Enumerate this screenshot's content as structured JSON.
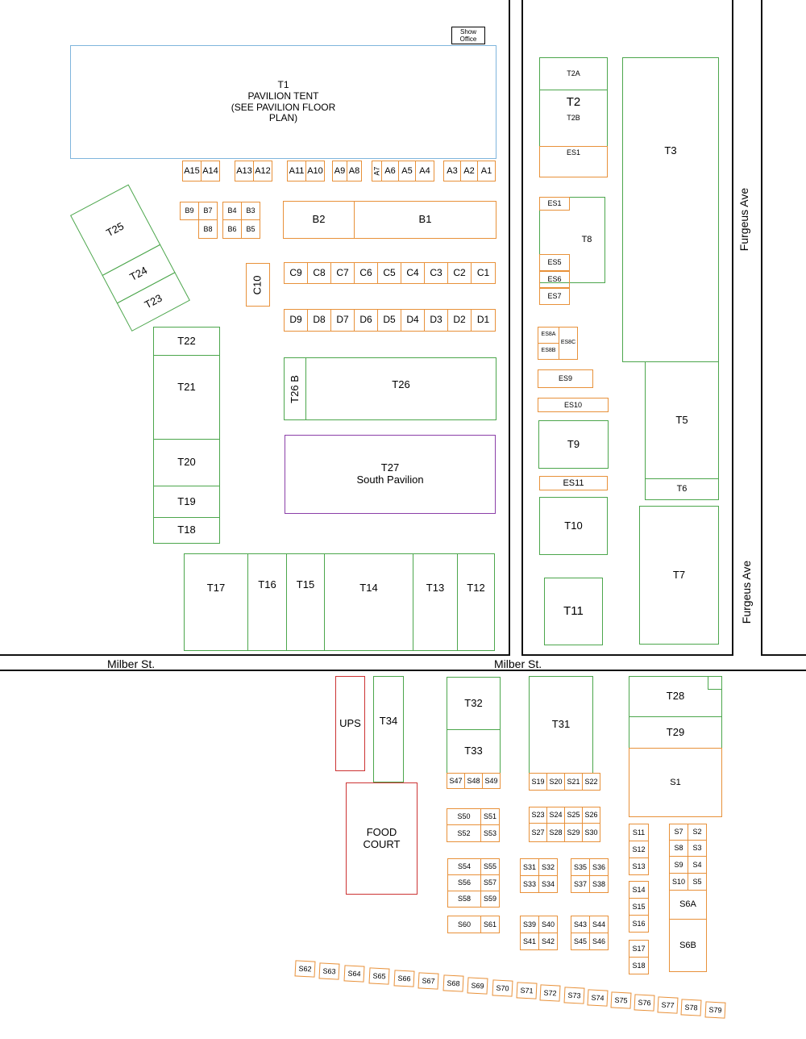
{
  "streets": {
    "milber_left": "Milber St.",
    "milber_right": "Milber St.",
    "furgeus_top": "Furgeus Ave",
    "furgeus_bottom": "Furgeus Ave"
  },
  "show_office": "Show Office",
  "t1": [
    "T1",
    "PAVILION TENT",
    "(SEE PAVILION FLOOR",
    "PLAN)"
  ],
  "t27": [
    "T27",
    "South Pavilion"
  ],
  "food_court": [
    "FOOD",
    "COURT"
  ],
  "labels": {
    "A15": "A15",
    "A14": "A14",
    "A13": "A13",
    "A12": "A12",
    "A11": "A11",
    "A10": "A10",
    "A9": "A9",
    "A8": "A8",
    "A7": "A7",
    "A6": "A6",
    "A5": "A5",
    "A4": "A4",
    "A3": "A3",
    "A2": "A2",
    "A1": "A1",
    "B9": "B9",
    "B7": "B7",
    "B8": "B8",
    "B4": "B4",
    "B3": "B3",
    "B6": "B6",
    "B5": "B5",
    "B2": "B2",
    "B1": "B1",
    "C10": "C10",
    "C9": "C9",
    "C8": "C8",
    "C7": "C7",
    "C6": "C6",
    "C5": "C5",
    "C4": "C4",
    "C3": "C3",
    "C2": "C2",
    "C1": "C1",
    "D9": "D9",
    "D8": "D8",
    "D7": "D7",
    "D6": "D6",
    "D5": "D5",
    "D4": "D4",
    "D3": "D3",
    "D2": "D2",
    "D1": "D1",
    "T2": "T2",
    "T2A": "T2A",
    "T2B": "T2B",
    "T3": "T3",
    "T5": "T5",
    "T6": "T6",
    "T7": "T7",
    "T8": "T8",
    "T9": "T9",
    "T10": "T10",
    "T11": "T11",
    "T12": "T12",
    "T13": "T13",
    "T14": "T14",
    "T15": "T15",
    "T16": "T16",
    "T17": "T17",
    "T18": "T18",
    "T19": "T19",
    "T20": "T20",
    "T21": "T21",
    "T22": "T22",
    "T23": "T23",
    "T24": "T24",
    "T25": "T25",
    "T26": "T26",
    "T26B": "T26 B",
    "T28": "T28",
    "T29": "T29",
    "T31": "T31",
    "T32": "T32",
    "T33": "T33",
    "T34": "T34",
    "UPS": "UPS",
    "ES1": "ES1",
    "ES1b": "ES1",
    "ES5": "ES5",
    "ES6": "ES6",
    "ES7": "ES7",
    "ES8A": "ES8A",
    "ES8B": "ES8B",
    "ES8C": "ES8C",
    "ES9": "ES9",
    "ES10": "ES10",
    "ES11": "ES11",
    "S1": "S1",
    "S2": "S2",
    "S3": "S3",
    "S4": "S4",
    "S5": "S5",
    "S6A": "S6A",
    "S6B": "S6B",
    "S7": "S7",
    "S8": "S8",
    "S9": "S9",
    "S10": "S10",
    "S11": "S11",
    "S12": "S12",
    "S13": "S13",
    "S14": "S14",
    "S15": "S15",
    "S16": "S16",
    "S17": "S17",
    "S18": "S18",
    "S19": "S19",
    "S20": "S20",
    "S21": "S21",
    "S22": "S22",
    "S23": "S23",
    "S24": "S24",
    "S25": "S25",
    "S26": "S26",
    "S27": "S27",
    "S28": "S28",
    "S29": "S29",
    "S30": "S30",
    "S31": "S31",
    "S32": "S32",
    "S33": "S33",
    "S34": "S34",
    "S35": "S35",
    "S36": "S36",
    "S37": "S37",
    "S38": "S38",
    "S39": "S39",
    "S40": "S40",
    "S41": "S41",
    "S42": "S42",
    "S43": "S43",
    "S44": "S44",
    "S45": "S45",
    "S46": "S46",
    "S47": "S47",
    "S48": "S48",
    "S49": "S49",
    "S50": "S50",
    "S51": "S51",
    "S52": "S52",
    "S53": "S53",
    "S54": "S54",
    "S55": "S55",
    "S56": "S56",
    "S57": "S57",
    "S58": "S58",
    "S59": "S59",
    "S60": "S60",
    "S61": "S61",
    "S62": "S62",
    "S63": "S63",
    "S64": "S64",
    "S65": "S65",
    "S66": "S66",
    "S67": "S67",
    "S68": "S68",
    "S69": "S69",
    "S70": "S70",
    "S71": "S71",
    "S72": "S72",
    "S73": "S73",
    "S74": "S74",
    "S75": "S75",
    "S76": "S76",
    "S77": "S77",
    "S78": "S78",
    "S79": "S79"
  },
  "colors": {
    "tent": "#4ca64c",
    "space": "#e8913a",
    "pavilion": "#7fb5dc",
    "south_pavilion": "#8b3fa8",
    "ups_food": "#cc3333"
  }
}
